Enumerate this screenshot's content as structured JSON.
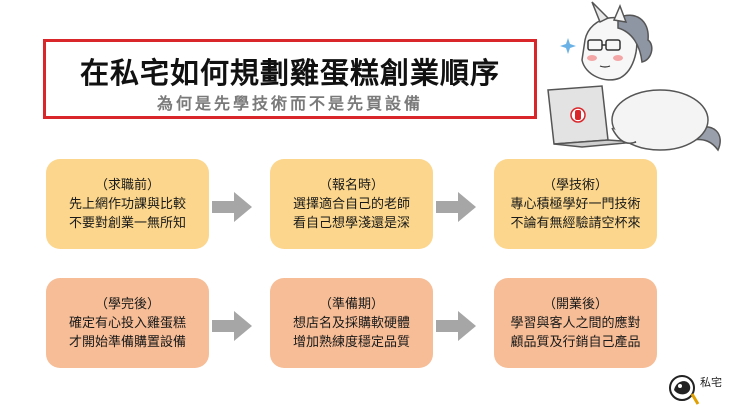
{
  "header": {
    "title": "在私宅如何規劃雞蛋糕創業順序",
    "subtitle": "為何是先學技術而不是先買設備"
  },
  "steps": [
    {
      "heading": "（求職前）",
      "line1": "先上網作功課與比較",
      "line2": "不要對創業一無所知"
    },
    {
      "heading": "（報名時）",
      "line1": "選擇適合自己的老師",
      "line2": "看自己想學淺還是深"
    },
    {
      "heading": "（學技術）",
      "line1": "專心積極學好一門技術",
      "line2": "不論有無經驗請空杯來"
    },
    {
      "heading": "（學完後）",
      "line1": "確定有心投入雞蛋糕",
      "line2": "才開始準備購置設備"
    },
    {
      "heading": "（準備期）",
      "line1": "想店名及採購軟硬體",
      "line2": "增加熟練度穩定品質"
    },
    {
      "heading": "（開業後）",
      "line1": "學習與客人之間的應對",
      "line2": "顧品質及行銷自己產品"
    }
  ],
  "logo": {
    "text": "私宅"
  },
  "colors": {
    "title_border": "#d9262b",
    "row1_box": "#fbd68c",
    "row2_box": "#f6bd97",
    "arrow": "#a6a6a6"
  }
}
